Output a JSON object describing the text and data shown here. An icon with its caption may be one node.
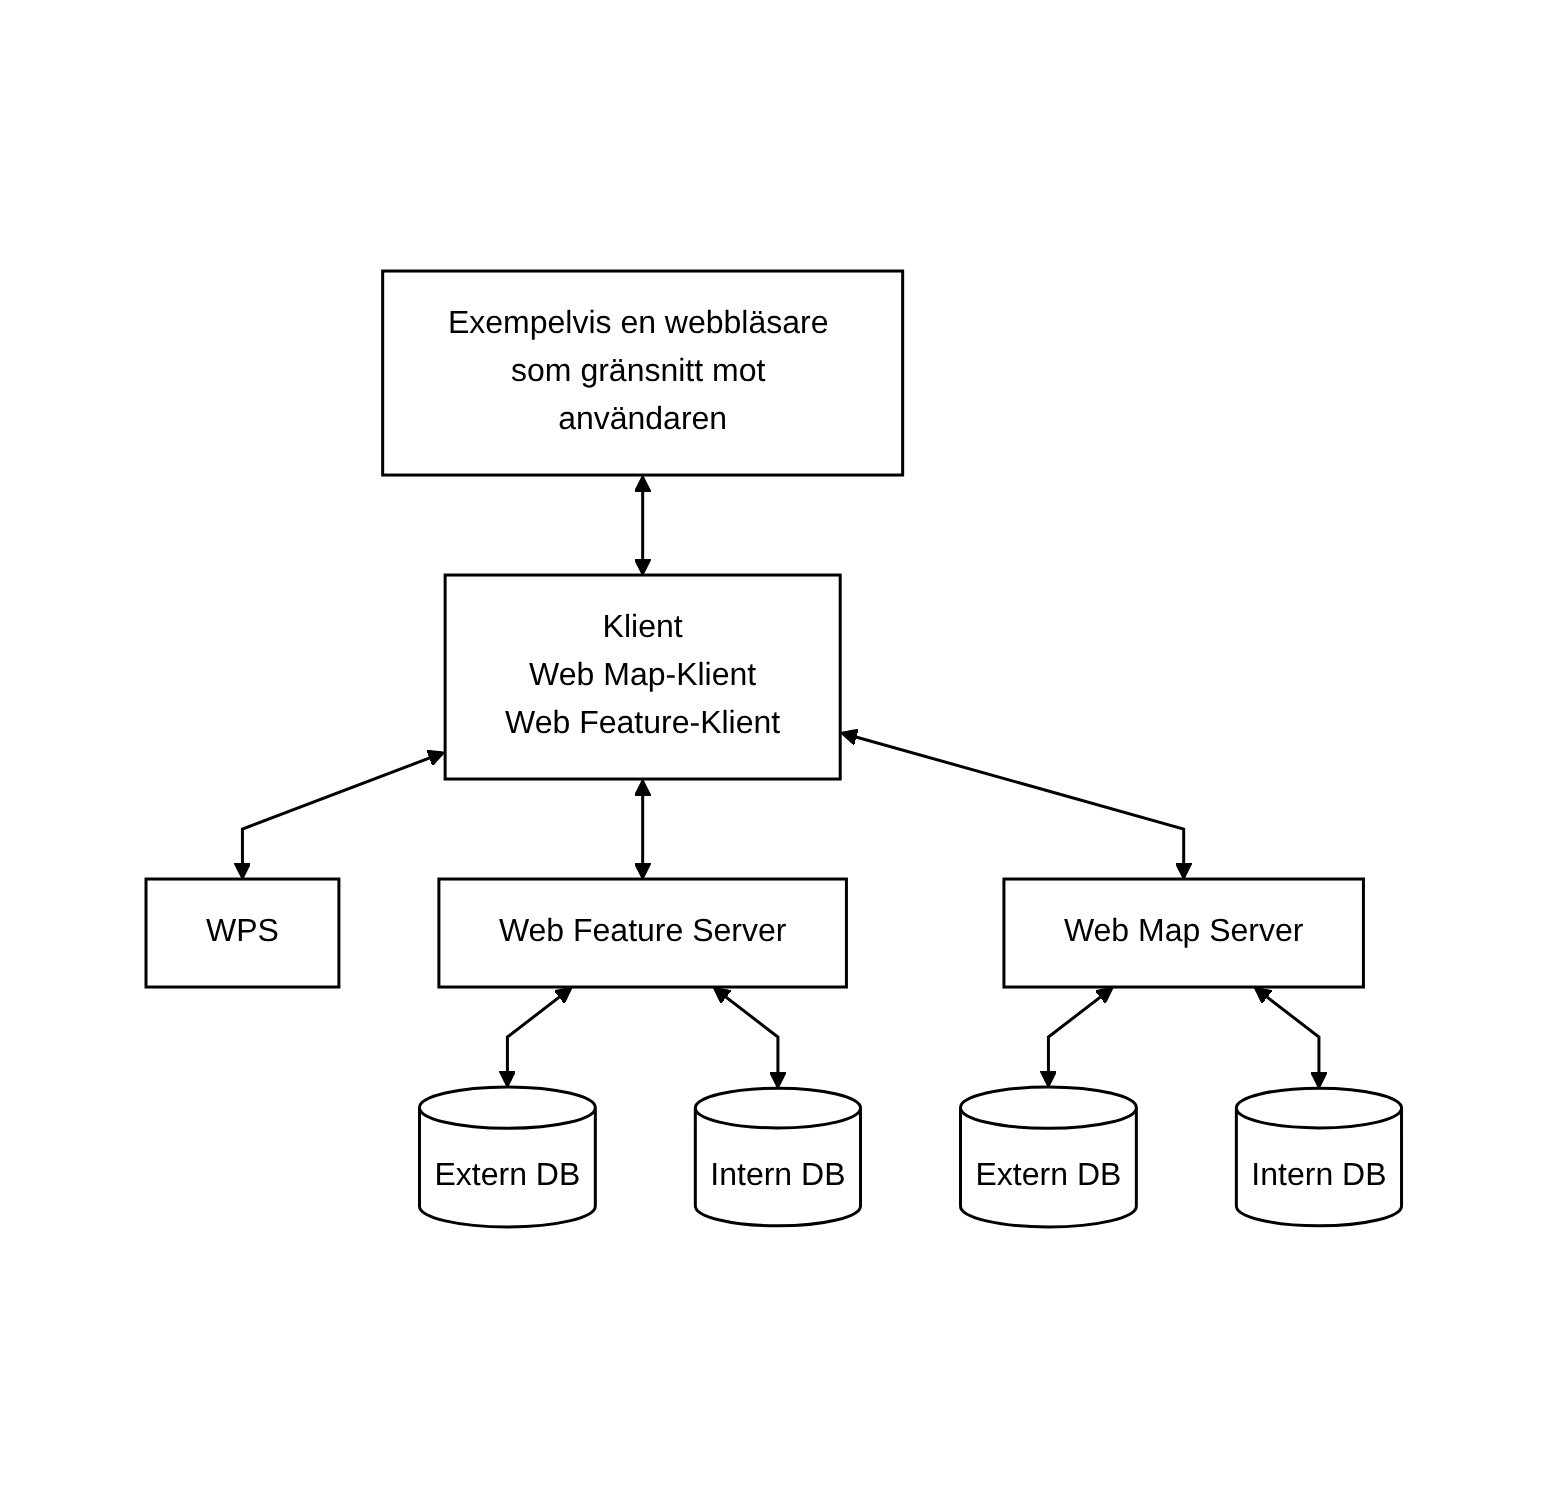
{
  "diagram": {
    "nodes": [
      {
        "text": [
          "Exempelvis en webbläsare som gränsnitt mot användaren"
        ]
      },
      {
        "text": [
          "Klient",
          "Web Map-Klient",
          "Web Feature-Klient"
        ]
      },
      {
        "text": [
          "WPS"
        ]
      },
      {
        "text": [
          "Web Feature Server"
        ]
      },
      {
        "text": [
          "Web Map Server"
        ]
      },
      {
        "text": [
          "Extern DB"
        ]
      },
      {
        "text": [
          "Intern DB"
        ]
      },
      {
        "text": [
          "Extern DB"
        ]
      },
      {
        "text": [
          "Intern DB"
        ]
      }
    ],
    "edges": [
      {
        "from": 0,
        "to": 1,
        "arrow": "both"
      },
      {
        "from": 1,
        "to": 2,
        "arrow": "both"
      },
      {
        "from": 1,
        "to": 3,
        "arrow": "both"
      },
      {
        "from": 1,
        "to": 4,
        "arrow": "both"
      },
      {
        "from": 3,
        "to": 5,
        "arrow": "both"
      },
      {
        "from": 3,
        "to": 6,
        "arrow": "both"
      },
      {
        "from": 4,
        "to": 7,
        "arrow": "both"
      },
      {
        "from": 4,
        "to": 8,
        "arrow": "both"
      }
    ]
  }
}
